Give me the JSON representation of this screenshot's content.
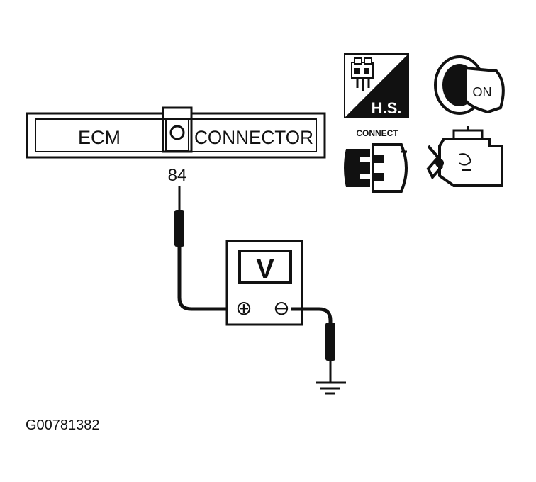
{
  "connector": {
    "left_label": "ECM",
    "right_label": "CONNECTOR"
  },
  "pin_number": "84",
  "meter": {
    "display_symbol": "V",
    "positive_terminal": "⊕",
    "negative_terminal": "⊖"
  },
  "icons": {
    "hs_badge_text": "H.S.",
    "ignition_key_text": "ON",
    "connect_label": "CONNECT"
  },
  "figure_id": "G00781382",
  "colors": {
    "ink": "#111111",
    "background": "#ffffff"
  }
}
